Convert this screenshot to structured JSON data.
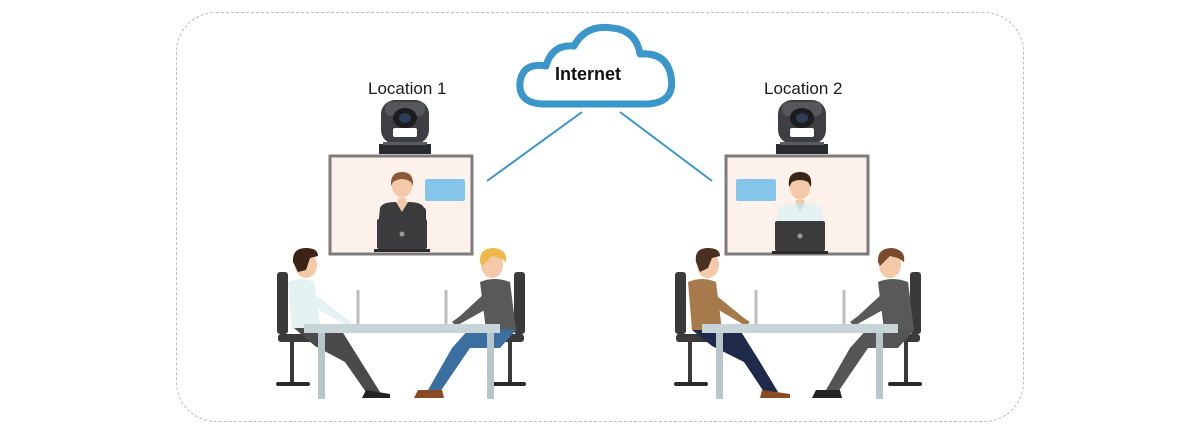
{
  "cloud": {
    "label": "Internet"
  },
  "locations": [
    {
      "label": "Location 1"
    },
    {
      "label": "Location 2"
    }
  ],
  "colors": {
    "cloud_stroke": "#3b96c9",
    "link_line": "#3b96c9",
    "screen_frame": "#7c7c7c",
    "screen_bg": "#fdf1ec",
    "speech_bubble": "#86c5ea",
    "table_top": "#c8d5d8",
    "chair": "#3a3a3a"
  },
  "icons": [
    "cloud-icon",
    "ptz-camera-icon",
    "display-screen-icon",
    "laptop-icon",
    "speech-bubble-icon",
    "person-icon",
    "chair-icon",
    "table-icon"
  ]
}
